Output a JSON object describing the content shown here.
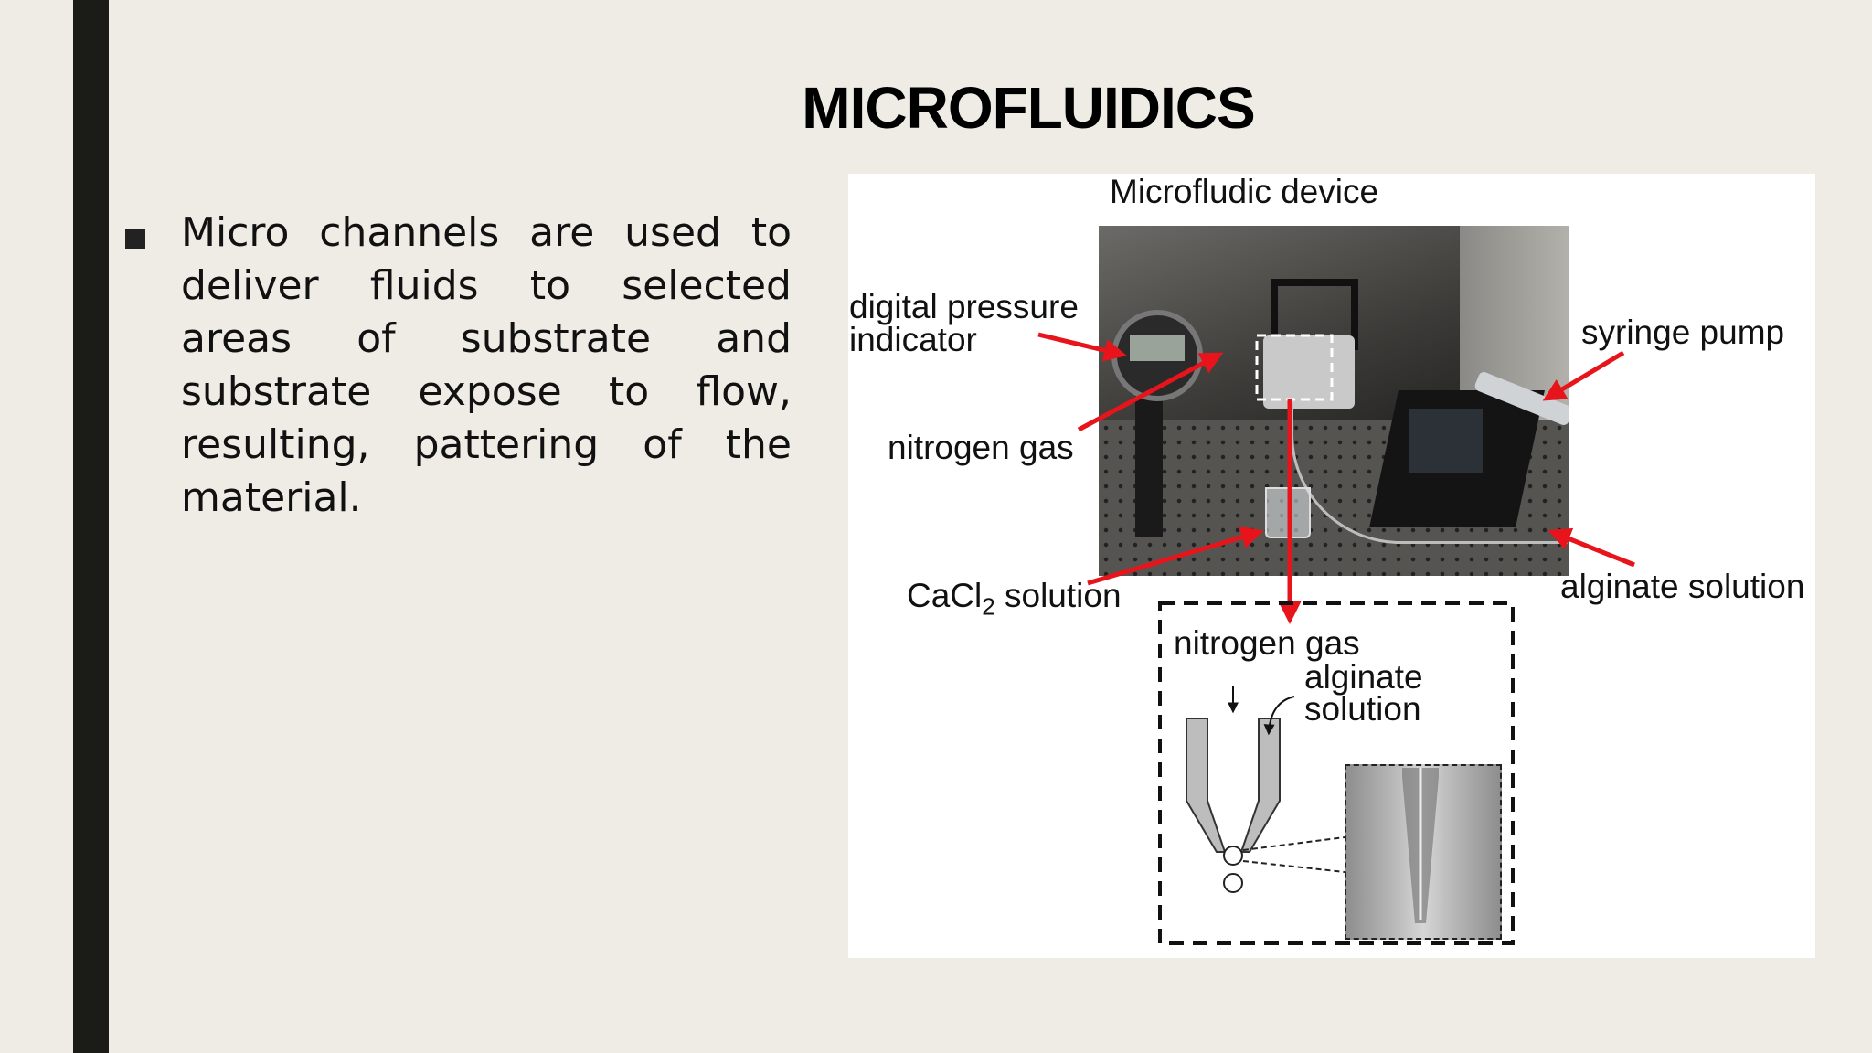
{
  "slide": {
    "title": "MICROFLUIDICS",
    "bullet_text": "Micro channels are used to deliver fluids to selected areas of substrate and substrate expose to flow, resulting, pattering of the material."
  },
  "figure": {
    "labels": {
      "device": "Microfludic device",
      "pressure_line1": "digital pressure",
      "pressure_line2": "indicator",
      "syringe_pump": "syringe pump",
      "nitrogen_gas_top": "nitrogen gas",
      "cacl2_prefix": "CaCl",
      "cacl2_sub": "2",
      "cacl2_suffix": " solution",
      "alginate_solution_top": "alginate solution",
      "nitrogen_gas_inset": "nitrogen gas",
      "alginate_line1": "alginate",
      "alginate_line2": "solution"
    },
    "colors": {
      "arrow": "#e8141b",
      "background": "#ffffff"
    }
  }
}
